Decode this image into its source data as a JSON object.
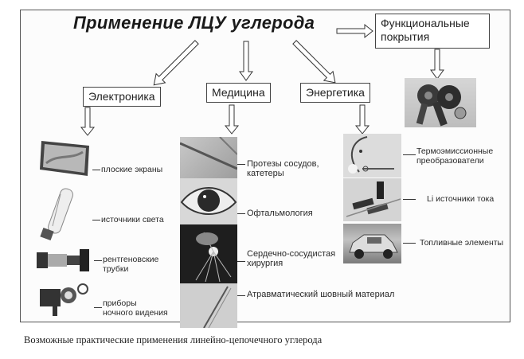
{
  "diagram": {
    "title": "Применение  ЛЦУ углерода",
    "categories": [
      {
        "label": "Электроника",
        "items": [
          {
            "label": "плоские экраны",
            "image": "flat-screen"
          },
          {
            "label": "источники света",
            "image": "light-bulb"
          },
          {
            "label_lines": [
              "рентгеновские",
              "трубки"
            ],
            "image": "x-ray-tube"
          },
          {
            "label_lines": [
              "приборы",
              "ночного видения"
            ],
            "image": "night-vision-device"
          }
        ]
      },
      {
        "label": "Медицина",
        "items": [
          {
            "label_lines": [
              "Протезы сосудов,",
              "катетеры"
            ],
            "image": "catheter"
          },
          {
            "label": "Офтальмология",
            "image": "eye"
          },
          {
            "label_lines": [
              "Сердечно-сосудистая",
              "хирургия"
            ],
            "image": "surgery"
          },
          {
            "label": "Атравматический шовный материал",
            "image": "suture-needle"
          }
        ]
      },
      {
        "label": "Энергетика",
        "items": [
          {
            "label_lines": [
              "Термоэмиссионные",
              "преобразователи"
            ],
            "image": "thermionic-converter"
          },
          {
            "label": "Li источники тока",
            "image": "batteries"
          },
          {
            "label": "Топливные элементы",
            "image": "car"
          }
        ]
      },
      {
        "label_lines": [
          "Функциональные",
          "покрытия"
        ],
        "items": [
          {
            "image": "coated-gears"
          }
        ]
      }
    ],
    "caption": "Возможные практические применения линейно-цепочечного углерода"
  }
}
